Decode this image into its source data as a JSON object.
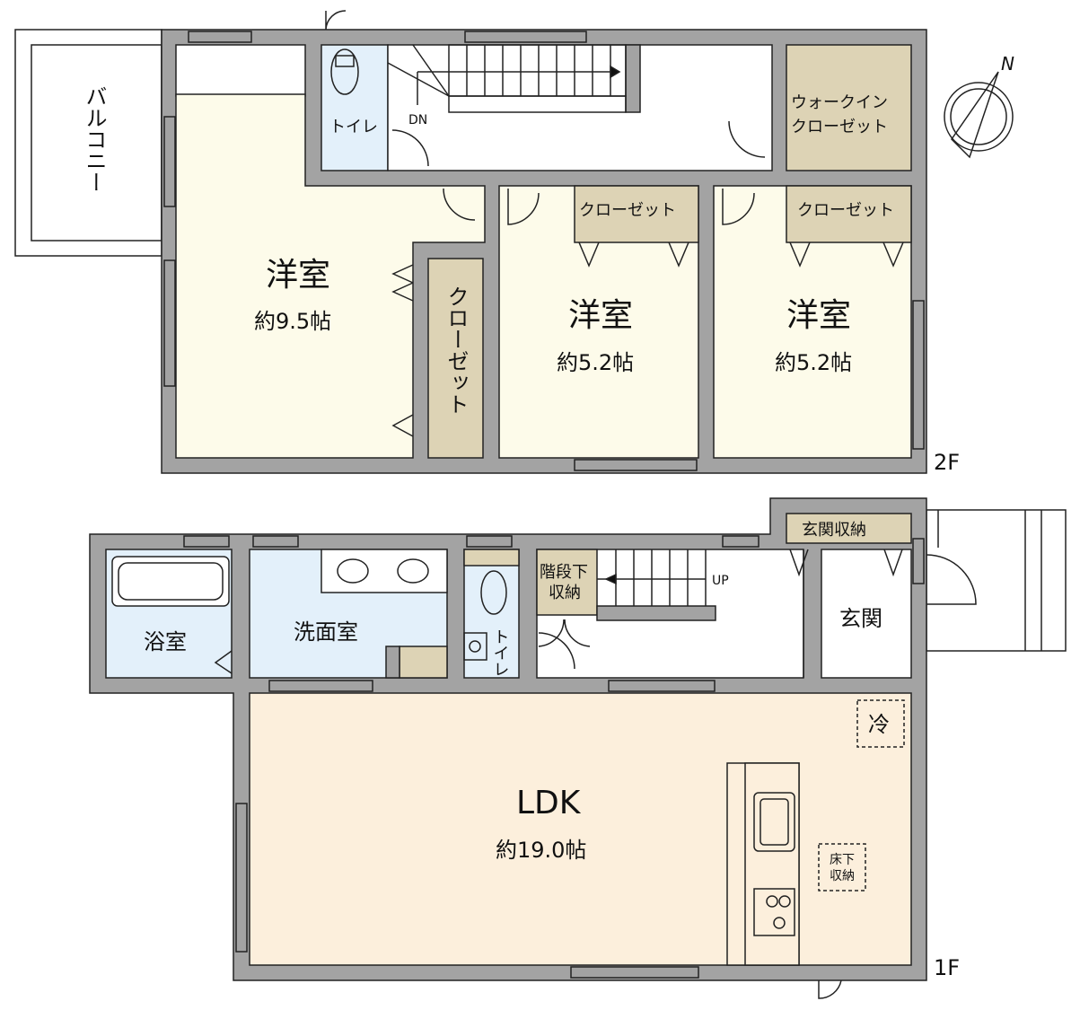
{
  "colors": {
    "wall": "#a3a3a3",
    "bedroom": "#fdfbea",
    "closet": "#ddd3b5",
    "wet": "#e3f0fa",
    "ldk": "#fcefdc",
    "white": "#ffffff"
  },
  "floor2": {
    "label": "2F",
    "balcony": "バルコニー",
    "toilet": "トイレ",
    "stairs_dn": "DN",
    "walk_in_closet": [
      "ウォークイン",
      "クローゼット"
    ],
    "rooms": [
      {
        "name": "洋室",
        "size": "約9.5帖"
      },
      {
        "name": "洋室",
        "size": "約5.2帖"
      },
      {
        "name": "洋室",
        "size": "約5.2帖"
      }
    ],
    "closet_vertical": "クローゼット",
    "closet_mid": "クローゼット",
    "closet_right": "クローゼット"
  },
  "floor1": {
    "label": "1F",
    "bath": "浴室",
    "washroom": "洗面室",
    "toilet": "トイレ",
    "under_stairs_storage": [
      "階段下",
      "収納"
    ],
    "stairs_up": "UP",
    "entrance": "玄関",
    "entrance_storage": "玄関収納",
    "ldk": {
      "name": "LDK",
      "size": "約19.0帖"
    },
    "fridge": "冷",
    "floor_storage": [
      "床下",
      "収納"
    ]
  },
  "compass": {
    "north": "N"
  }
}
